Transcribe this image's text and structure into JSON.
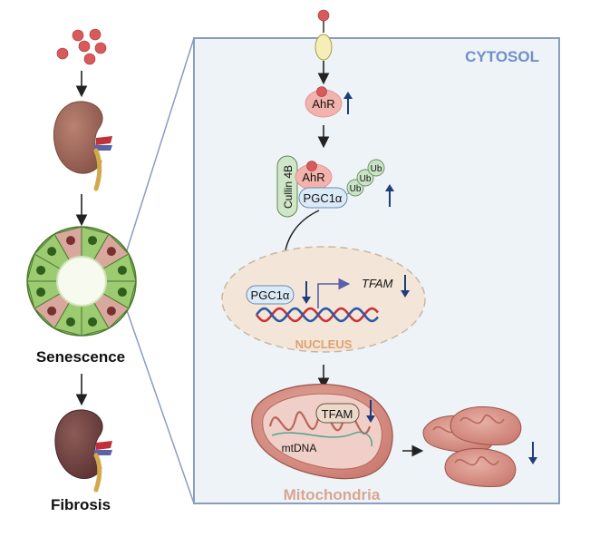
{
  "left_panel": {
    "senescence_label": "Senescence",
    "fibrosis_label": "Fibrosis"
  },
  "right_panel": {
    "cytosol_label": "CYTOSOL",
    "ahr_label": "AhR",
    "complex": {
      "cullin_label": "Cullin 4B",
      "ahr_label": "AhR",
      "pgc_label": "PGC1α",
      "ub_labels": [
        "Ub",
        "Ub",
        "Ub"
      ]
    },
    "nucleus": {
      "pgc_label": "PGC1α",
      "tfam_gene_label": "TFAM",
      "nucleus_label": "NUCLEUS"
    },
    "mito": {
      "tfam_protein_label": "TFAM",
      "mtdna_label": "mtDNA",
      "mitochondria_label": "Mitochondria"
    }
  },
  "colors": {
    "cytosol_box_fill": "#eef3f8",
    "cytosol_box_border": "#8a9cc0",
    "cytosol_text": "#6f8fc8",
    "nucleus_text": "#e0a070",
    "mito_text": "#d9a592",
    "ahr_fill": "#f3b3ad",
    "ligand_fill": "#d85a5a",
    "pgc_fill": "#dbeaf7",
    "ub_fill": "#c9e3c6",
    "cullin_fill": "#cfe6c8",
    "up_down_arrow": "#1f3d7a"
  }
}
